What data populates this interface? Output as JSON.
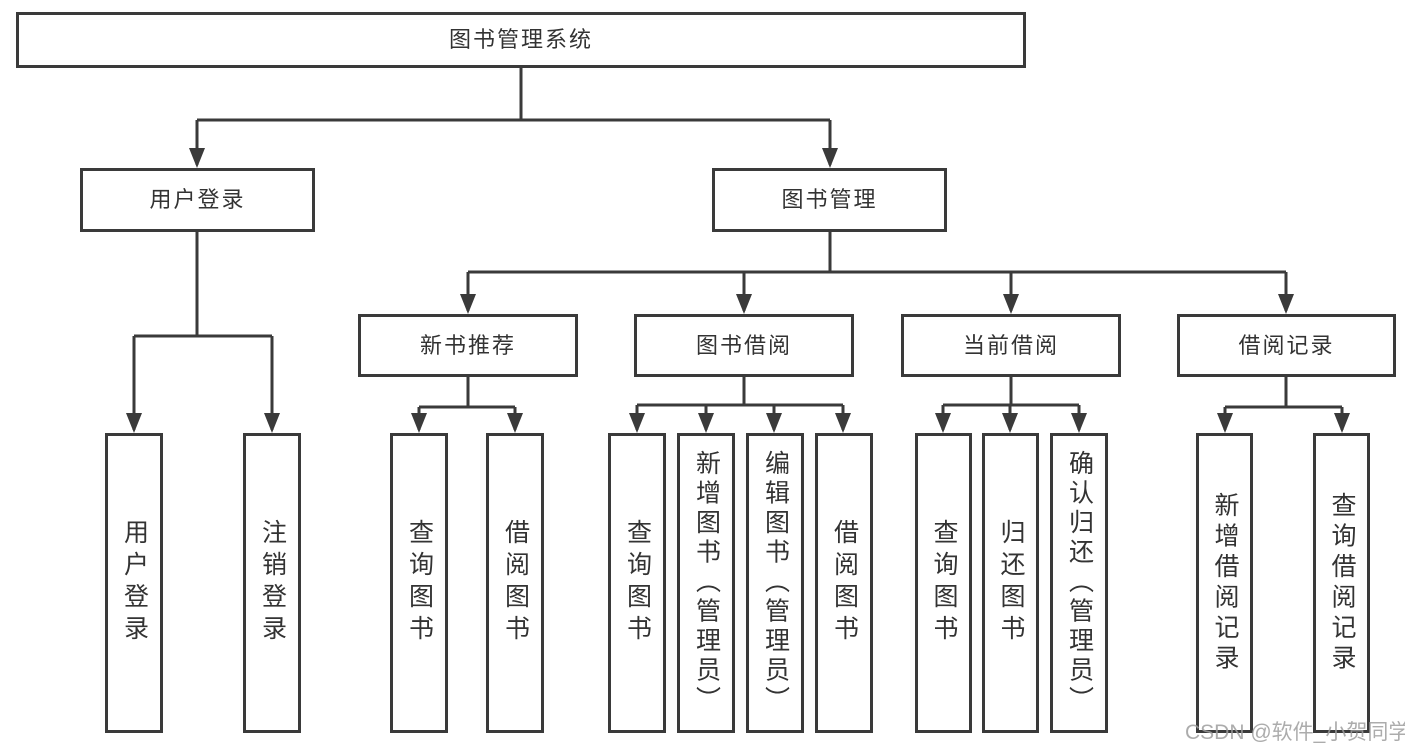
{
  "diagram": {
    "root": {
      "label": "图书管理系统"
    },
    "branches": [
      {
        "label": "用户登录",
        "children": [
          "用户登录",
          "注销登录"
        ]
      },
      {
        "label": "图书管理",
        "sections": [
          {
            "label": "新书推荐",
            "children": [
              "查询图书",
              "借阅图书"
            ]
          },
          {
            "label": "图书借阅",
            "children": [
              "查询图书",
              "新增图书（管理员）",
              "编辑图书（管理员）",
              "借阅图书"
            ]
          },
          {
            "label": "当前借阅",
            "children": [
              "查询图书",
              "归还图书",
              "确认归还（管理员）"
            ]
          },
          {
            "label": "借阅记录",
            "children": [
              "新增借阅记录",
              "查询借阅记录"
            ]
          }
        ]
      }
    ],
    "watermark": "CSDN @软件_小贺同学",
    "colors": {
      "line": "#3a3a3a",
      "border": "#3a3a3a",
      "text": "#333333",
      "watermark": "#9e9e9e"
    }
  }
}
